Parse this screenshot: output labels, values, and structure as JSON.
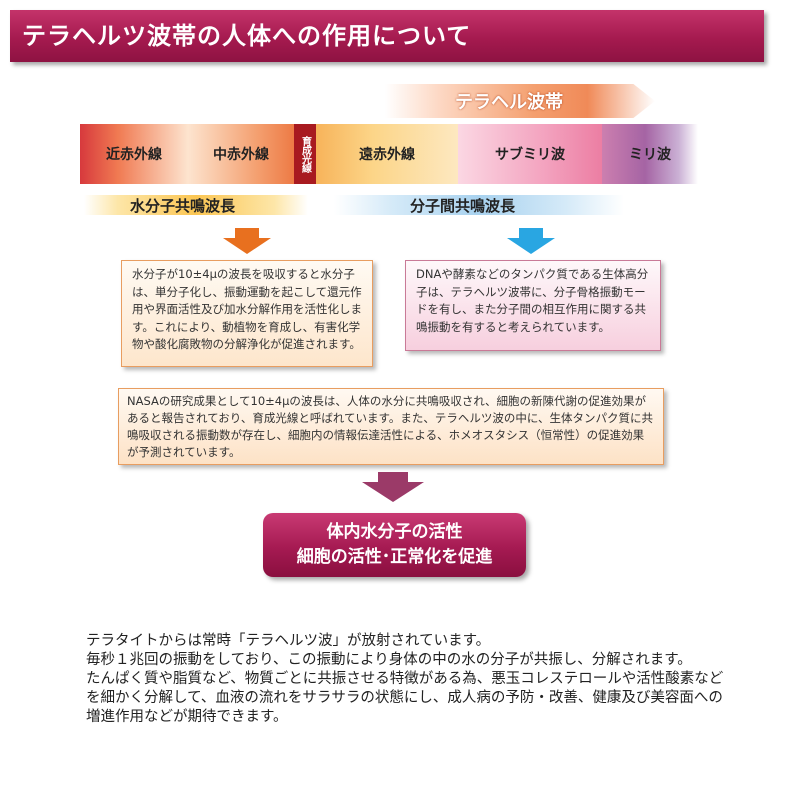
{
  "title": "テラヘルツ波帯の人体への作用について",
  "terahertz_label": "テラヘル波帯",
  "spectrum": [
    {
      "label": "近赤外線"
    },
    {
      "label": "中赤外線"
    },
    {
      "label": "育成光線"
    },
    {
      "label": "遠赤外線"
    },
    {
      "label": "サブミリ波"
    },
    {
      "label": "ミリ波"
    }
  ],
  "bands": {
    "water": "水分子共鳴波長",
    "intermolecular": "分子間共鳴波長"
  },
  "boxes": {
    "water": "水分子が10±4μの波長を吸収すると水分子は、単分子化し、振動運動を起こして還元作用や界面活性及び加水分解作用を活性化します。これにより、動植物を育成し、有害化学物や酸化腐敗物の分解浄化が促進されます。",
    "intermolecular": "DNAや酵素などのタンパク質である生体高分子は、テラヘルツ波帯に、分子骨格振動モードを有し、また分子間の相互作用に関する共鳴振動を有すると考えられています。",
    "nasa": "NASAの研究成果として10±4μの波長は、人体の水分に共鳴吸収され、細胞の新陳代謝の促進効果があると報告されており、育成光線と呼ばれています。また、テラヘルツ波の中に、生体タンパク質に共鳴吸収される振動数が存在し、細胞内の情報伝達活性による、ホメオスタシス（恒常性）の促進効果が予測されています。"
  },
  "result": {
    "line1": "体内水分子の活性",
    "line2": "細胞の活性･正常化を促進"
  },
  "body_text": {
    "line1": "テラタイトからは常時「テラヘルツ波」が放射されています。",
    "line2": "毎秒１兆回の振動をしており、この振動により身体の中の水の分子が共振し、分解されます。",
    "line3": "たんぱく質や脂質など、物質ごとに共振させる特徴がある為、悪玉コレステロールや活性酸素などを細かく分解して、血液の流れをサラサラの状態にし、成人病の予防・改善、健康及び美容面への増進作用などが期待できます。"
  },
  "colors": {
    "title_bg": "#a51a4f",
    "arrow_orange": "#e8701f",
    "arrow_blue": "#29a6e2",
    "arrow_purple": "#9b3a68",
    "result_bg": "#a51a52"
  },
  "icons": {
    "arrow_orange": "down-arrow-icon",
    "arrow_blue": "down-arrow-icon",
    "arrow_purple": "down-arrow-icon"
  }
}
